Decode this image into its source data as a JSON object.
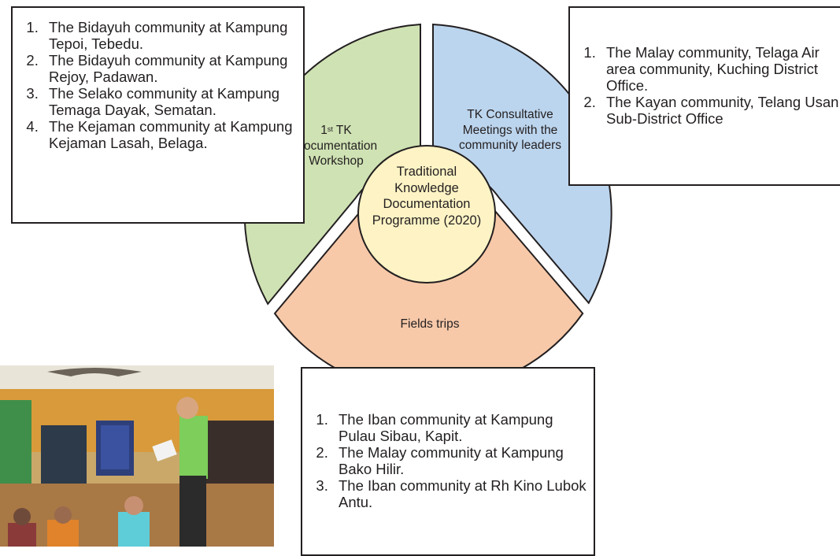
{
  "diagram": {
    "center": {
      "label": "Traditional Knowledge Documentation Programme (2020)"
    },
    "segments": [
      {
        "label_prefix": "1",
        "label_superscript": "st",
        "label": "TK Documentation Workshop",
        "color": "#cfe2b3"
      },
      {
        "label": "TK Consultative Meetings with the community leaders",
        "color": "#bcd5ee"
      },
      {
        "label": "Fields trips",
        "color": "#f7c9a9"
      }
    ],
    "center_color": "#fdf3c5"
  },
  "workshop_list": [
    "The Bidayuh community at Kampung Tepoi, Tebedu.",
    "The Bidayuh community at Kampung Rejoy, Padawan.",
    "The Selako community at Kampung Temaga Dayak, Sematan.",
    "The Kejaman community at Kampung Kejaman Lasah, Belaga."
  ],
  "meetings_list": [
    "The Malay community, Telaga Air area community, Kuching District Office.",
    "The Kayan community, Telang Usan Sub-District Office"
  ],
  "field_trips_list": [
    "The Iban community at Kampung Pulau Sibau, Kapit.",
    "The Malay community at Kampung Bako Hilir.",
    "The Iban community at Rh Kino Lubok Antu."
  ]
}
